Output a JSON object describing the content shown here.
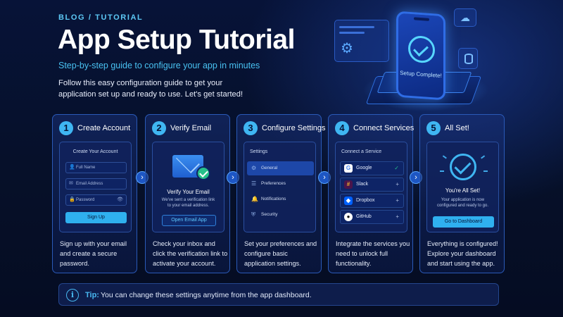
{
  "header": {
    "eyebrow": "BLOG / TUTORIAL",
    "title": "App Setup Tutorial",
    "subtitle": "Step-by-step guide to configure your app in minutes",
    "intro": "Follow this easy configuration guide to get your application set up and ready to use. Let's get started!"
  },
  "hero": {
    "phone_text": "Setup Complete!"
  },
  "steps": [
    {
      "number": "1",
      "title": "Create Account",
      "mock": {
        "heading": "Create Your Account",
        "fields": [
          "Full Name",
          "Email Address",
          "Password"
        ],
        "button": "Sign Up"
      },
      "description": "Sign up with your email and create a secure password."
    },
    {
      "number": "2",
      "title": "Verify Email",
      "mock": {
        "heading": "Verify Your Email",
        "text": "We've sent a verification link to your email address.",
        "button": "Open Email App"
      },
      "description": "Check your inbox and click the verification link to activate your account."
    },
    {
      "number": "3",
      "title": "Configure Settings",
      "mock": {
        "heading": "Settings",
        "items": [
          "General",
          "Preferences",
          "Notifications",
          "Security"
        ]
      },
      "description": "Set your preferences and configure basic application settings."
    },
    {
      "number": "4",
      "title": "Connect Services",
      "mock": {
        "heading": "Connect a Service",
        "services": [
          {
            "name": "Google",
            "status": "✓"
          },
          {
            "name": "Slack",
            "status": "+"
          },
          {
            "name": "Dropbox",
            "status": "+"
          },
          {
            "name": "GitHub",
            "status": "+"
          }
        ]
      },
      "description": "Integrate the services you need to unlock full functionality."
    },
    {
      "number": "5",
      "title": "All Set!",
      "mock": {
        "heading": "You're All Set!",
        "text": "Your application is now configured and ready to go.",
        "button": "Go to Dashboard"
      },
      "description": "Everything is configured! Explore your dashboard and start using the app."
    }
  ],
  "tip": {
    "label": "Tip:",
    "text": "You can change these settings anytime from the app dashboard."
  },
  "colors": {
    "accent": "#3fb6f2",
    "background": "#061029",
    "card_border": "#2a5ab8",
    "success": "#27c08a"
  }
}
